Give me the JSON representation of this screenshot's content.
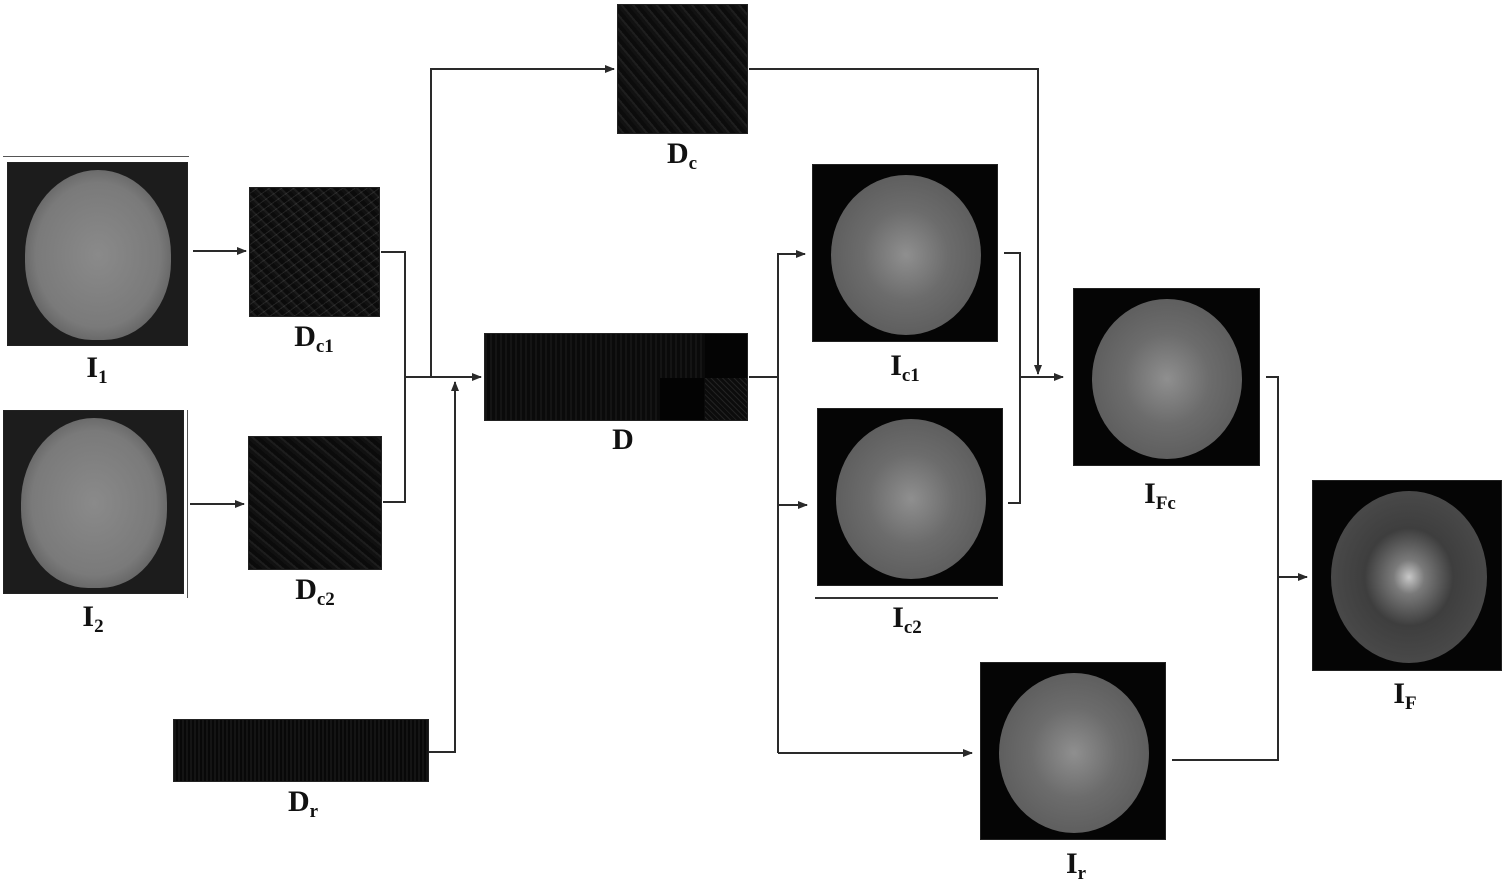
{
  "diagram": {
    "type": "image-fusion-flowchart",
    "line_color": "#2a2a2a",
    "nodes": [
      {
        "id": "I1",
        "label_main": "I",
        "label_sub": "1",
        "kind": "mri-source-image"
      },
      {
        "id": "I2",
        "label_main": "I",
        "label_sub": "2",
        "kind": "mri-source-image"
      },
      {
        "id": "Dc1",
        "label_main": "D",
        "label_sub": "c1",
        "kind": "dictionary-block"
      },
      {
        "id": "Dc2",
        "label_main": "D",
        "label_sub": "c2",
        "kind": "dictionary-block"
      },
      {
        "id": "Dc",
        "label_main": "D",
        "label_sub": "c",
        "kind": "dictionary-block"
      },
      {
        "id": "D",
        "label_main": "D",
        "label_sub": "",
        "kind": "combined-dictionary"
      },
      {
        "id": "Dr",
        "label_main": "D",
        "label_sub": "r",
        "kind": "dictionary-block"
      },
      {
        "id": "Ic1",
        "label_main": "I",
        "label_sub": "c1",
        "kind": "mri-component-image"
      },
      {
        "id": "Ic2",
        "label_main": "I",
        "label_sub": "c2",
        "kind": "mri-component-image"
      },
      {
        "id": "Ir",
        "label_main": "I",
        "label_sub": "r",
        "kind": "mri-component-image"
      },
      {
        "id": "IFc",
        "label_main": "I",
        "label_sub": "Fc",
        "kind": "mri-fused-component"
      },
      {
        "id": "IF",
        "label_main": "I",
        "label_sub": "F",
        "kind": "mri-fused-result"
      }
    ],
    "edges": [
      {
        "from": "I1",
        "to": "Dc1"
      },
      {
        "from": "I2",
        "to": "Dc2"
      },
      {
        "from": "Dc1",
        "to": "D"
      },
      {
        "from": "Dc2",
        "to": "D"
      },
      {
        "from": "Dc1",
        "to": "Dc"
      },
      {
        "from": "Dr",
        "to": "D"
      },
      {
        "from": "D",
        "to": "Ic1"
      },
      {
        "from": "D",
        "to": "Ic2"
      },
      {
        "from": "D",
        "to": "Ir"
      },
      {
        "from": "Ic1",
        "to": "IFc"
      },
      {
        "from": "Ic2",
        "to": "IFc"
      },
      {
        "from": "Dc",
        "to": "IFc"
      },
      {
        "from": "IFc",
        "to": "IF"
      },
      {
        "from": "Ir",
        "to": "IF"
      }
    ]
  }
}
